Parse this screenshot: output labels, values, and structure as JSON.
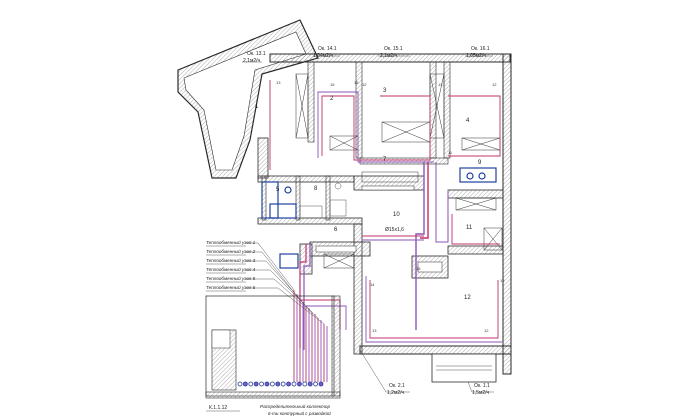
{
  "windows": [
    {
      "name": "Ок. 13.1",
      "size": "2,1м2/ч"
    },
    {
      "name": "Ок. 14.1",
      "size": "1,04м2/ч"
    },
    {
      "name": "Ок. 15.1",
      "size": "2,1м2/ч"
    },
    {
      "name": "Ок. 16.1",
      "size": "1,05м2/ч"
    },
    {
      "name": "Ок. 2.1",
      "size": "1,2м2/ч"
    },
    {
      "name": "Ок. 1.1",
      "size": "1,5м2/ч"
    }
  ],
  "rooms": [
    "1",
    "2",
    "3",
    "4",
    "5",
    "6",
    "7",
    "8",
    "9",
    "10",
    "11",
    "12"
  ],
  "nodes": [
    "Теплообменный узел 1",
    "Теплообменный узел 2",
    "Теплообменный узел 3",
    "Теплообменный узел 4",
    "Теплообменный узел 5",
    "Теплообменный узел 6"
  ],
  "collector": {
    "code": "К.1.1.12",
    "line1": "Распределительный коллектор",
    "line2": "6-ти контурный с разводкой"
  },
  "riser_label": "Ø15х1,6",
  "pipe_numbers": [
    "13",
    "15",
    "15",
    "12",
    "13",
    "12",
    "11",
    "14",
    "12",
    "15",
    "13",
    "12"
  ],
  "colors": {
    "wall": "#2a2a2a",
    "hatch": "#9a9a9a",
    "pipe_supply": "#c0306a",
    "pipe_return": "#8a55b8",
    "plumbing": "#1f3fa0"
  }
}
